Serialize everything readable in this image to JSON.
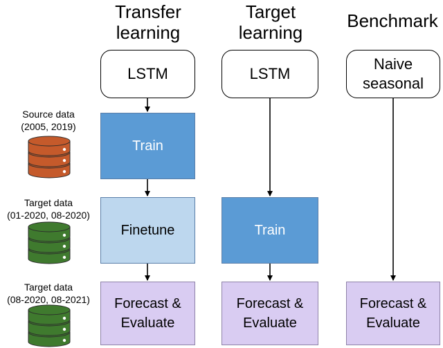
{
  "columns": [
    {
      "title": "Transfer\nlearning",
      "model": "LSTM",
      "steps": [
        "Train",
        "Finetune",
        "Forecast &\nEvaluate"
      ]
    },
    {
      "title": "Target\nlearning",
      "model": "LSTM",
      "steps": [
        "Train",
        "Forecast &\nEvaluate"
      ]
    },
    {
      "title": "Benchmark",
      "model": "Naive\nseasonal",
      "steps": [
        "Forecast &\nEvaluate"
      ]
    }
  ],
  "datasets": [
    {
      "label": "Source data\n(2005, 2019)",
      "icon": "database-icon",
      "color": "#c55a2b"
    },
    {
      "label": "Target data\n(01-2020, 08-2020)",
      "icon": "database-icon",
      "color": "#3f7a2e"
    },
    {
      "label": "Target data\n(08-2020, 08-2021)",
      "icon": "database-icon",
      "color": "#3f7a2e"
    }
  ],
  "colors": {
    "train": "#5b9bd5",
    "train_text": "#ffffff",
    "finetune": "#bdd7ee",
    "finetune_text": "#000000",
    "evaluate": "#d9ccf2",
    "evaluate_text": "#000000",
    "arrow": "#000000"
  }
}
